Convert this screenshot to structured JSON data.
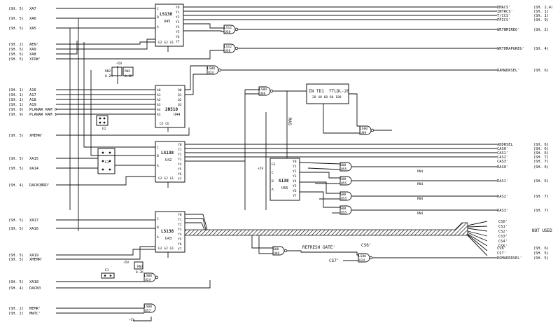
{
  "left_inputs": [
    {
      "ref": "(SH. 5)",
      "name": "XA7"
    },
    {
      "ref": "(SH. 5)",
      "name": "XA6"
    },
    {
      "ref": "(SH. 5)",
      "name": "XA5"
    },
    {
      "ref": "(SH. 2)",
      "name": "AEN'"
    },
    {
      "ref": "(SH. 5)",
      "name": "XA9"
    },
    {
      "ref": "(SH. 5)",
      "name": "XA8"
    },
    {
      "ref": "(SH. 5)",
      "name": "XIOW'"
    },
    {
      "ref": "(SH. 1)",
      "name": "A16"
    },
    {
      "ref": "(SH. 1)",
      "name": "A17"
    },
    {
      "ref": "(SH. 1)",
      "name": "A18"
    },
    {
      "ref": "(SH. 1)",
      "name": "A19"
    },
    {
      "ref": "(SH. 9)",
      "name": "PLANAR RAM 0"
    },
    {
      "ref": "(SH. 9)",
      "name": "PLANAR RAM 1"
    },
    {
      "ref": "(SH. 5)",
      "name": "XMEMW'"
    },
    {
      "ref": "(SH. 5)",
      "name": "XA15"
    },
    {
      "ref": "(SH. 5)",
      "name": "XA14"
    },
    {
      "ref": "(SH. 4)",
      "name": "DACKOBRD'"
    },
    {
      "ref": "(SH. 5)",
      "name": "XA17"
    },
    {
      "ref": "(SH. 5)",
      "name": "XA16"
    },
    {
      "ref": "(SH. 5)",
      "name": "XA19"
    },
    {
      "ref": "(SH. 5)",
      "name": "XMEMR'"
    },
    {
      "ref": "(SH. 5)",
      "name": "XA18"
    },
    {
      "ref": "(SH. 4)",
      "name": "DACK0"
    },
    {
      "ref": "(SH. 2)",
      "name": "MEMR'"
    },
    {
      "ref": "(SH. 2)",
      "name": "MWTC'"
    }
  ],
  "right_outputs": [
    {
      "name": "DMACS'",
      "ref": "(SH. 2,4)"
    },
    {
      "name": "INTRCS'",
      "ref": "(SH. 1)"
    },
    {
      "name": "T/CCS'",
      "ref": "(SH. 1)"
    },
    {
      "name": "PPICS'",
      "ref": "(SH. 9)"
    },
    {
      "name": "WRTNMIREG'",
      "ref": "(SH. 2)"
    },
    {
      "name": "WRTDMAPGREG'",
      "ref": "(SH. 4)"
    },
    {
      "name": "RAMADRSEL'",
      "ref": "(SH. 6)"
    },
    {
      "name": "ADDRSEL",
      "ref": "(SH. 6)"
    },
    {
      "name": "CAS0'",
      "ref": "(SH. 6)"
    },
    {
      "name": "CAS1'",
      "ref": "(SH. 6)"
    },
    {
      "name": "CAS2'",
      "ref": "(SH. 7)"
    },
    {
      "name": "CAS3'",
      "ref": "(SH. 7)"
    },
    {
      "name": "RAS0'",
      "ref": "(SH. 6)"
    },
    {
      "name": "RAS1'",
      "ref": "(SH. 6)"
    },
    {
      "name": "RAS2'",
      "ref": "(SH. 7)"
    },
    {
      "name": "RAS3'",
      "ref": "(SH. 7)"
    },
    {
      "name": "CS6'",
      "ref": "(SH. 6)"
    },
    {
      "name": "CS7'",
      "ref": "(SH. 5)"
    },
    {
      "name": "ROMADDRSEL'",
      "ref": "(SH. 5)"
    }
  ],
  "unused_cs": [
    "CS0'",
    "CS1'",
    "CS2'",
    "CS3'",
    "CS4'",
    "CS5'"
  ],
  "not_used_label": "NOT USED",
  "chips": {
    "u45_type": "LS138",
    "u45_ref": "U45",
    "u44_type": "2N510",
    "u44_ref": "U44",
    "u42_type": "LS138",
    "u42_ref": "U42",
    "u43_type": "LS138",
    "u43_ref": "U43",
    "u56_type": "S138",
    "u56_ref": "U56",
    "delay_type": "TTLDL-20",
    "delay_in": "IN",
    "delay_taps": "TD1",
    "delay_ns": "20 40 60 80 100",
    "rn2": "RN2",
    "rn2_val": "8.2K",
    "e1": "E1",
    "e2": "E2",
    "e3": "E3",
    "rn4": "RN4"
  },
  "gates": {
    "u58a": "LS12",
    "u58a_ref": "U58",
    "u58b": "LS12",
    "u58b_ref": "U58",
    "u24a": "LS00",
    "u24a_ref": "U24",
    "u69a": "LS00",
    "u69a_ref": "U69",
    "u69b": "LS00",
    "u69b_ref": "U69",
    "u55a": "S08",
    "u55a_ref": "U55",
    "u55b": "S08",
    "u55b_ref": "U55",
    "u55c": "S08",
    "u55c_ref": "U55",
    "u55d": "S08",
    "u55d_ref": "U55",
    "u69c": "S00",
    "u69c_ref": "U69",
    "u24b": "LS00",
    "u24b_ref": "U24",
    "u24c": "LS00",
    "u24c_ref": "U24",
    "u57": "LS08",
    "u57_ref": "U57"
  },
  "labels": {
    "plus5v": "+5V",
    "ras": "RAS",
    "refresh_gate": "REFRESH GATE'",
    "cs7_mid": "CS7'",
    "cs6_mid": "CS6'"
  }
}
